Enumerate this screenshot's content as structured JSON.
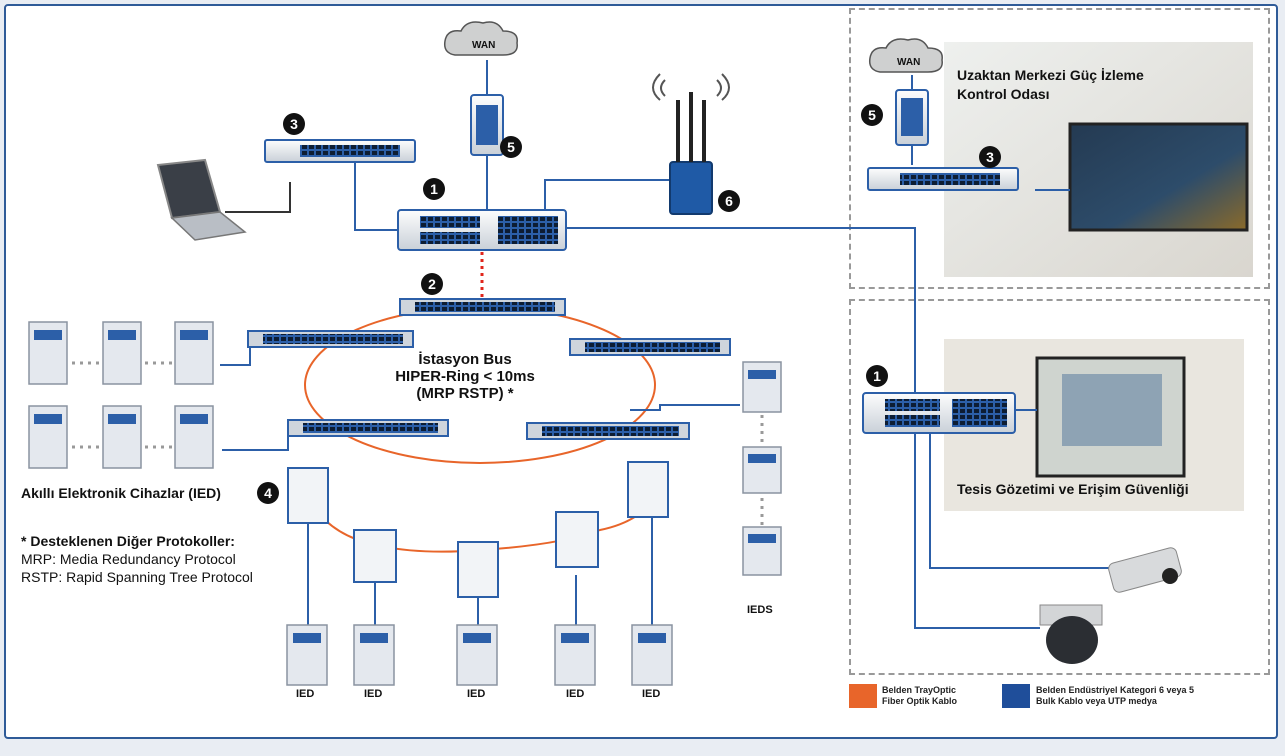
{
  "colors": {
    "frame_border": "#2f5b98",
    "fiber": "#e8652a",
    "copper": "#2c5fa8",
    "dotted_link": "#e0251b"
  },
  "clouds": [
    {
      "label": "WAN"
    },
    {
      "label": "WAN"
    }
  ],
  "badges": {
    "n1": "1",
    "n2": "2",
    "n3": "3",
    "n4": "4",
    "n5": "5",
    "n6": "6"
  },
  "zones": {
    "remote_title_line1": "Uzaktan Merkezi Güç İzleme",
    "remote_title_line2": "Kontrol Odası",
    "security_title": "Tesis Gözetimi ve Erişim Güvenliği"
  },
  "ring": {
    "line1": "İstasyon Bus",
    "line2": "HIPER-Ring < 10ms",
    "line3": "(MRP RSTP) *"
  },
  "ied_group_label": "Akıllı Elektronik Cihazlar (IED)",
  "ied_labels": [
    "IED",
    "IED",
    "IED",
    "IED",
    "IED"
  ],
  "ieds_label": "IEDS",
  "protocols": {
    "heading": "* Desteklenen Diğer Protokoller:",
    "mrp": "MRP: Media Redundancy Protocol",
    "rstp": "RSTP: Rapid Spanning Tree Protocol"
  },
  "legend": {
    "fiber_line1": "Belden TrayOptic",
    "fiber_line2": "Fiber Optik Kablo",
    "copper_line1": "Belden Endüstriyel Kategori 6 veya 5",
    "copper_line2": "Bulk Kablo veya UTP medya"
  },
  "icons": [
    "wan-cloud-icon",
    "switch-icon",
    "router-icon",
    "wireless-router-icon",
    "laptop-icon",
    "monitor-icon",
    "ied-device-icon",
    "dome-camera-icon",
    "bullet-camera-icon"
  ]
}
